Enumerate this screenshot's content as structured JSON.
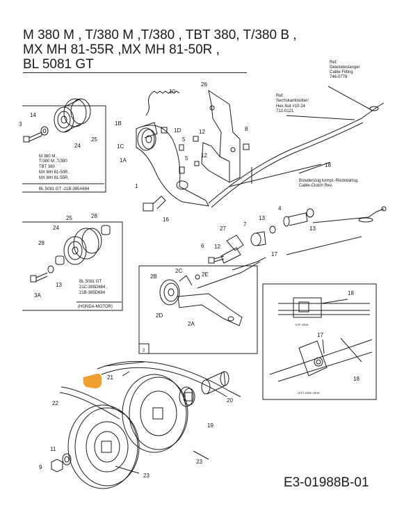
{
  "title_lines": [
    "M 380 M , T/380 M ,T/380 , TBT 380, T/380 B ,",
    "MX MH 81-55R ,MX MH 81-50R ,",
    "BL 5081 GT"
  ],
  "document_code": "E3-01988B-01",
  "ref_fitting": [
    "Ref:",
    "Gewindestange/",
    "Cable Fitting",
    "746-0778"
  ],
  "ref_nut": [
    "Ref:",
    "Sechskantmutter/",
    "Hex.Nut #10-24",
    "712-0121"
  ],
  "cable_note": [
    "Bowdenzug kompl.-Rückwärtsg.",
    "Cable-Clutch Rev."
  ],
  "box1_models": [
    "M 380 M ,",
    "T/380 M ,T/380",
    "TBT 380",
    "MX MH 81-50R ,",
    "MX MH 81-55R,"
  ],
  "box1_footer": "BL 5081 GT -21B-385A684",
  "box2_models": [
    "BL 5081 GT",
    "21C-385D684 ,",
    "21B-385D684"
  ],
  "box2_footer": "(HONDA-MOTOR)",
  "box3_label": "2",
  "inset_top_view": "TOP VIEW",
  "inset_side_view": "LEFT SIDE VIEW",
  "part_labels": {
    "p3": "3",
    "p14": "14",
    "p24a": "24",
    "p25a": "25",
    "p10": "10",
    "p26": "26",
    "p1B": "1B",
    "p1C": "1C",
    "p1A": "1A",
    "p1D": "1D",
    "p1": "1",
    "p5a": "5",
    "p5b": "5",
    "p12a": "12",
    "p12b": "12",
    "p8": "8",
    "p16": "16",
    "p18a": "18",
    "p25b": "25",
    "p28a": "28",
    "p24b": "24",
    "p28b": "28",
    "p13a": "13",
    "p3A": "3A",
    "p4": "4",
    "p13b": "13",
    "p13c": "13",
    "p7": "7",
    "p27": "27",
    "p12c": "12",
    "p6": "6",
    "p17a": "17",
    "p2B": "2B",
    "p2C": "2C",
    "p2E": "2E",
    "p2D": "2D",
    "p2A": "2A",
    "p18b": "18",
    "p17b": "17",
    "p18c": "18",
    "p21": "21",
    "p22": "22",
    "p20": "20",
    "p19": "19",
    "p23a": "23",
    "p11": "11",
    "p9": "9",
    "p23b": "23"
  },
  "colors": {
    "line": "#1a1a1a",
    "hand_pointer": "#f0a030",
    "shade": "#bdbdbd"
  }
}
